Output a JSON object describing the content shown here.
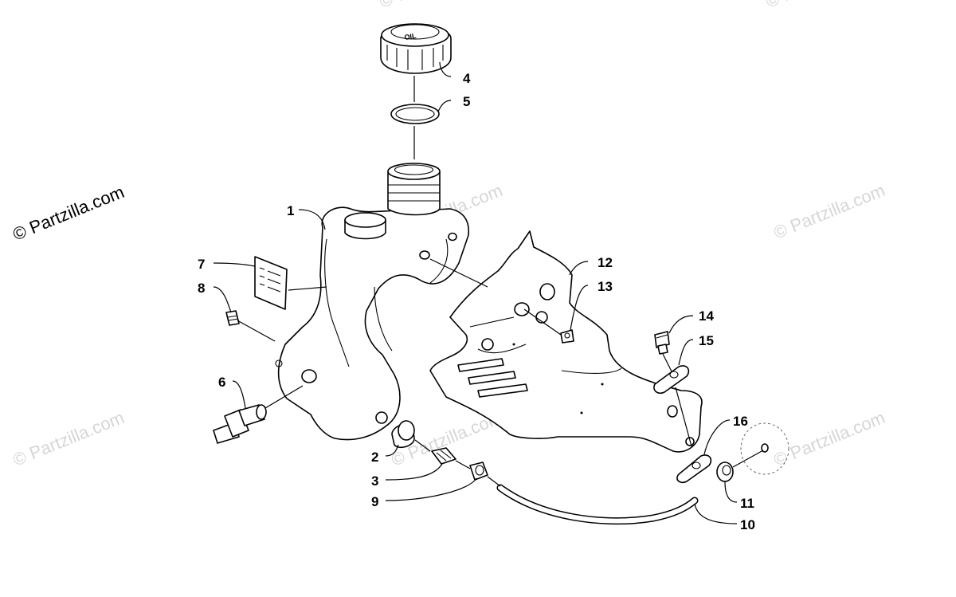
{
  "watermark": {
    "main": "© Partzilla.com",
    "faint": "© Partzilla.com"
  },
  "callouts": {
    "c1": "1",
    "c2": "2",
    "c3": "3",
    "c4": "4",
    "c5": "5",
    "c6": "6",
    "c7": "7",
    "c8": "8",
    "c9": "9",
    "c10": "10",
    "c11": "11",
    "c12": "12",
    "c13": "13",
    "c14": "14",
    "c15": "15",
    "c16": "16"
  },
  "cap": {
    "text": "OIL"
  }
}
